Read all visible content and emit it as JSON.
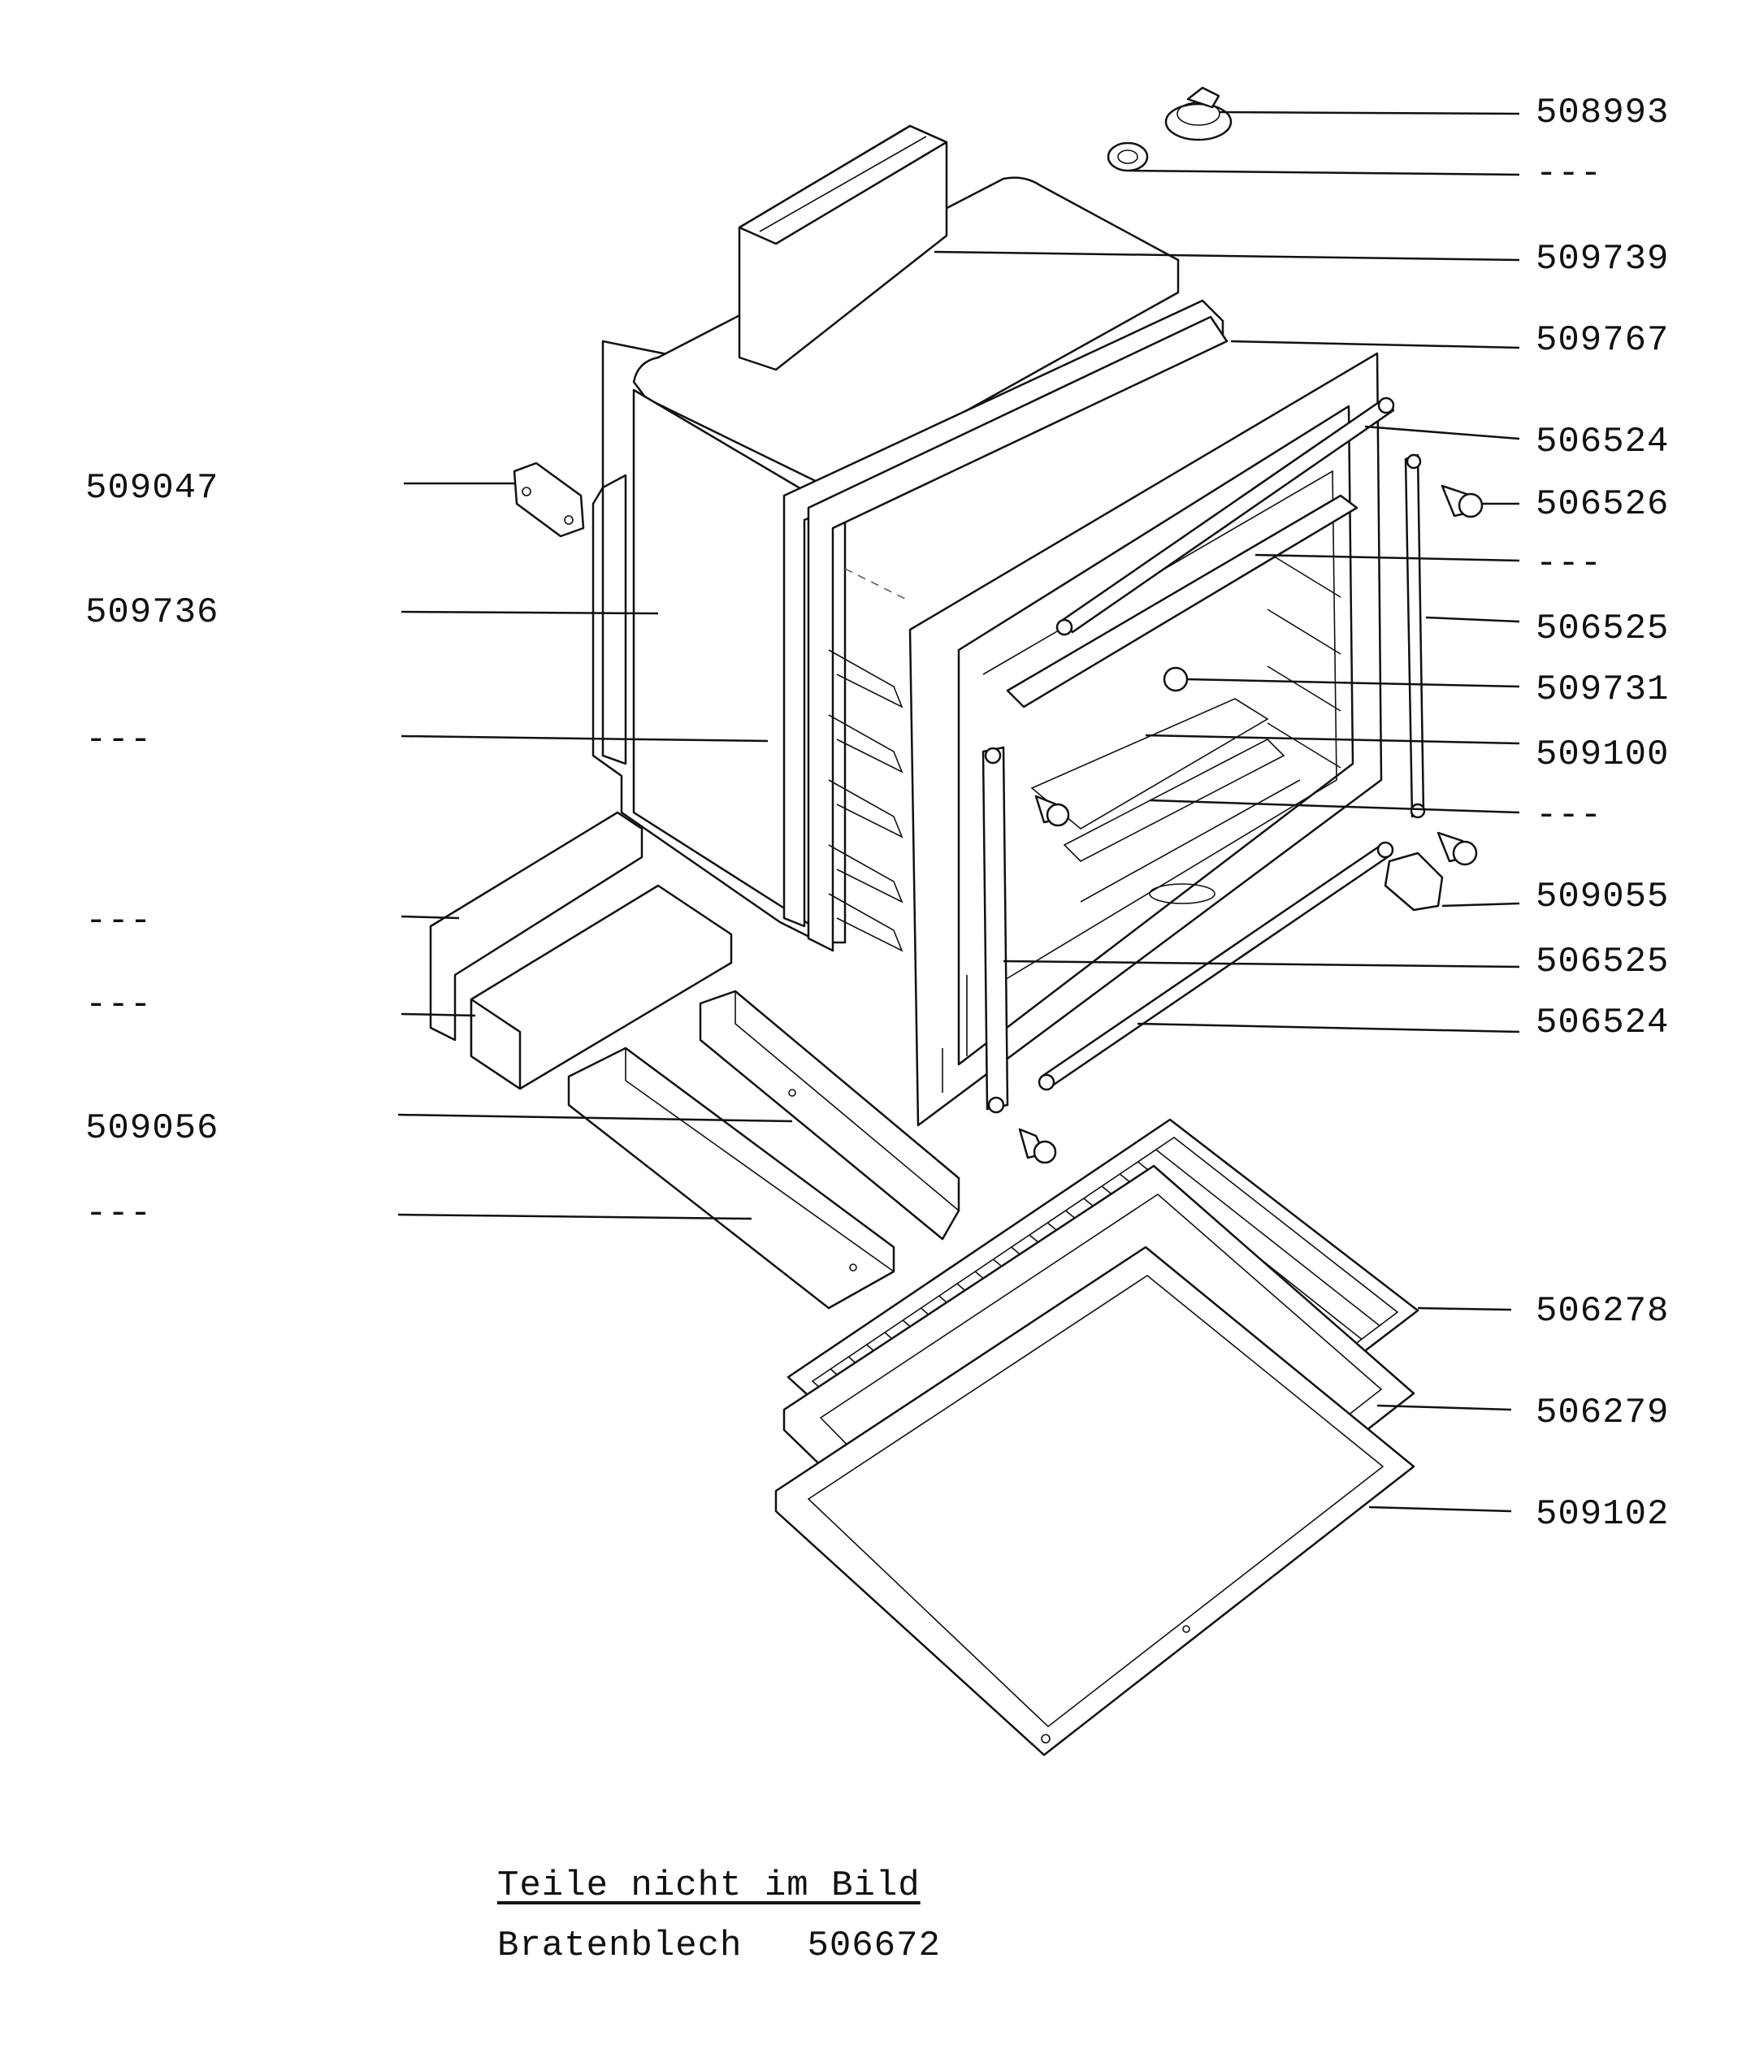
{
  "labels": {
    "r1": "508993",
    "r2": "---",
    "r3": "509739",
    "r4": "509767",
    "r5": "506524",
    "r6": "506526",
    "r7": "---",
    "r8": "506525",
    "r9": "509731",
    "r10": "509100",
    "r11": "---",
    "r12": "509055",
    "r13": "506525",
    "r14": "506524",
    "r15": "506278",
    "r16": "506279",
    "r17": "509102",
    "l1": "509047",
    "l2": "509736",
    "l3": "---",
    "l4": "---",
    "l5": "---",
    "l6": "509056",
    "l7": "---"
  },
  "notes": {
    "title": "Teile nicht im Bild",
    "item_name": "Bratenblech",
    "item_number": "506672"
  }
}
